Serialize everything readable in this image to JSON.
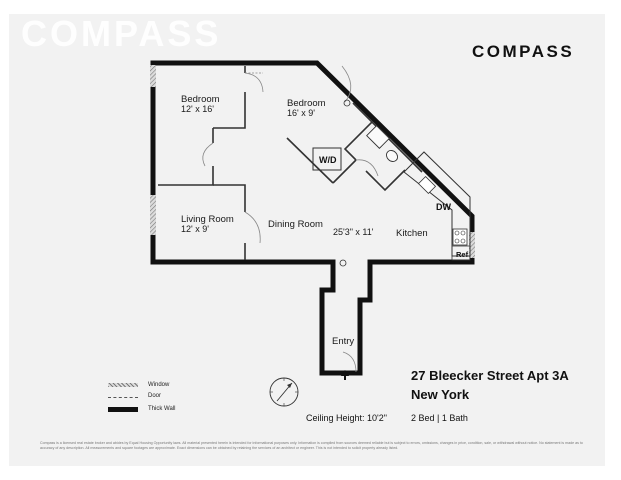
{
  "brand": {
    "watermark": "COMPASS",
    "logo": "COMPASS"
  },
  "rooms": {
    "bedroom_1": {
      "name": "Bedroom",
      "dims": "12' x 16'"
    },
    "bedroom_2": {
      "name": "Bedroom",
      "dims": "16' x 9'"
    },
    "living_room": {
      "name": "Living Room",
      "dims": "12' x 9'"
    },
    "dining_room": {
      "name": "Dining Room"
    },
    "living_dining_dims": "25'3\" x 11'",
    "kitchen": {
      "name": "Kitchen"
    },
    "entry": {
      "name": "Entry"
    }
  },
  "fixtures": {
    "washer_dryer": "W/D",
    "dishwasher": "DW",
    "refrigerator": "Ref"
  },
  "legend": {
    "window": "Window",
    "door": "Door",
    "thick_wall": "Thick Wall"
  },
  "listing": {
    "address": "27 Bleecker Street Apt 3A",
    "city": "New York",
    "ceiling_height": "Ceiling Height: 10'2\"",
    "beds_baths": "2 Bed | 1 Bath"
  },
  "disclaimer": "Compass is a licensed real estate broker and abides by Equal Housing Opportunity laws. All material presented herein is intended for informational purposes only. Information is compiled from sources deemed reliable but is subject to errors, omissions, changes in price, condition, sale, or withdrawal without notice. No statement is made as to accuracy of any description. All measurements and square footages are approximate. Exact dimensions can be obtained by retaining the services of an architect or engineer. This is not intended to solicit property already listed.",
  "colors": {
    "sheet": "#f2f2f2",
    "wall": "#111111",
    "interior_wall": "#333333",
    "window_hatch": "#888888"
  },
  "icons": {
    "compass_rose": "north-compass-icon",
    "entry_arrow": "entry-arrow-icon"
  }
}
